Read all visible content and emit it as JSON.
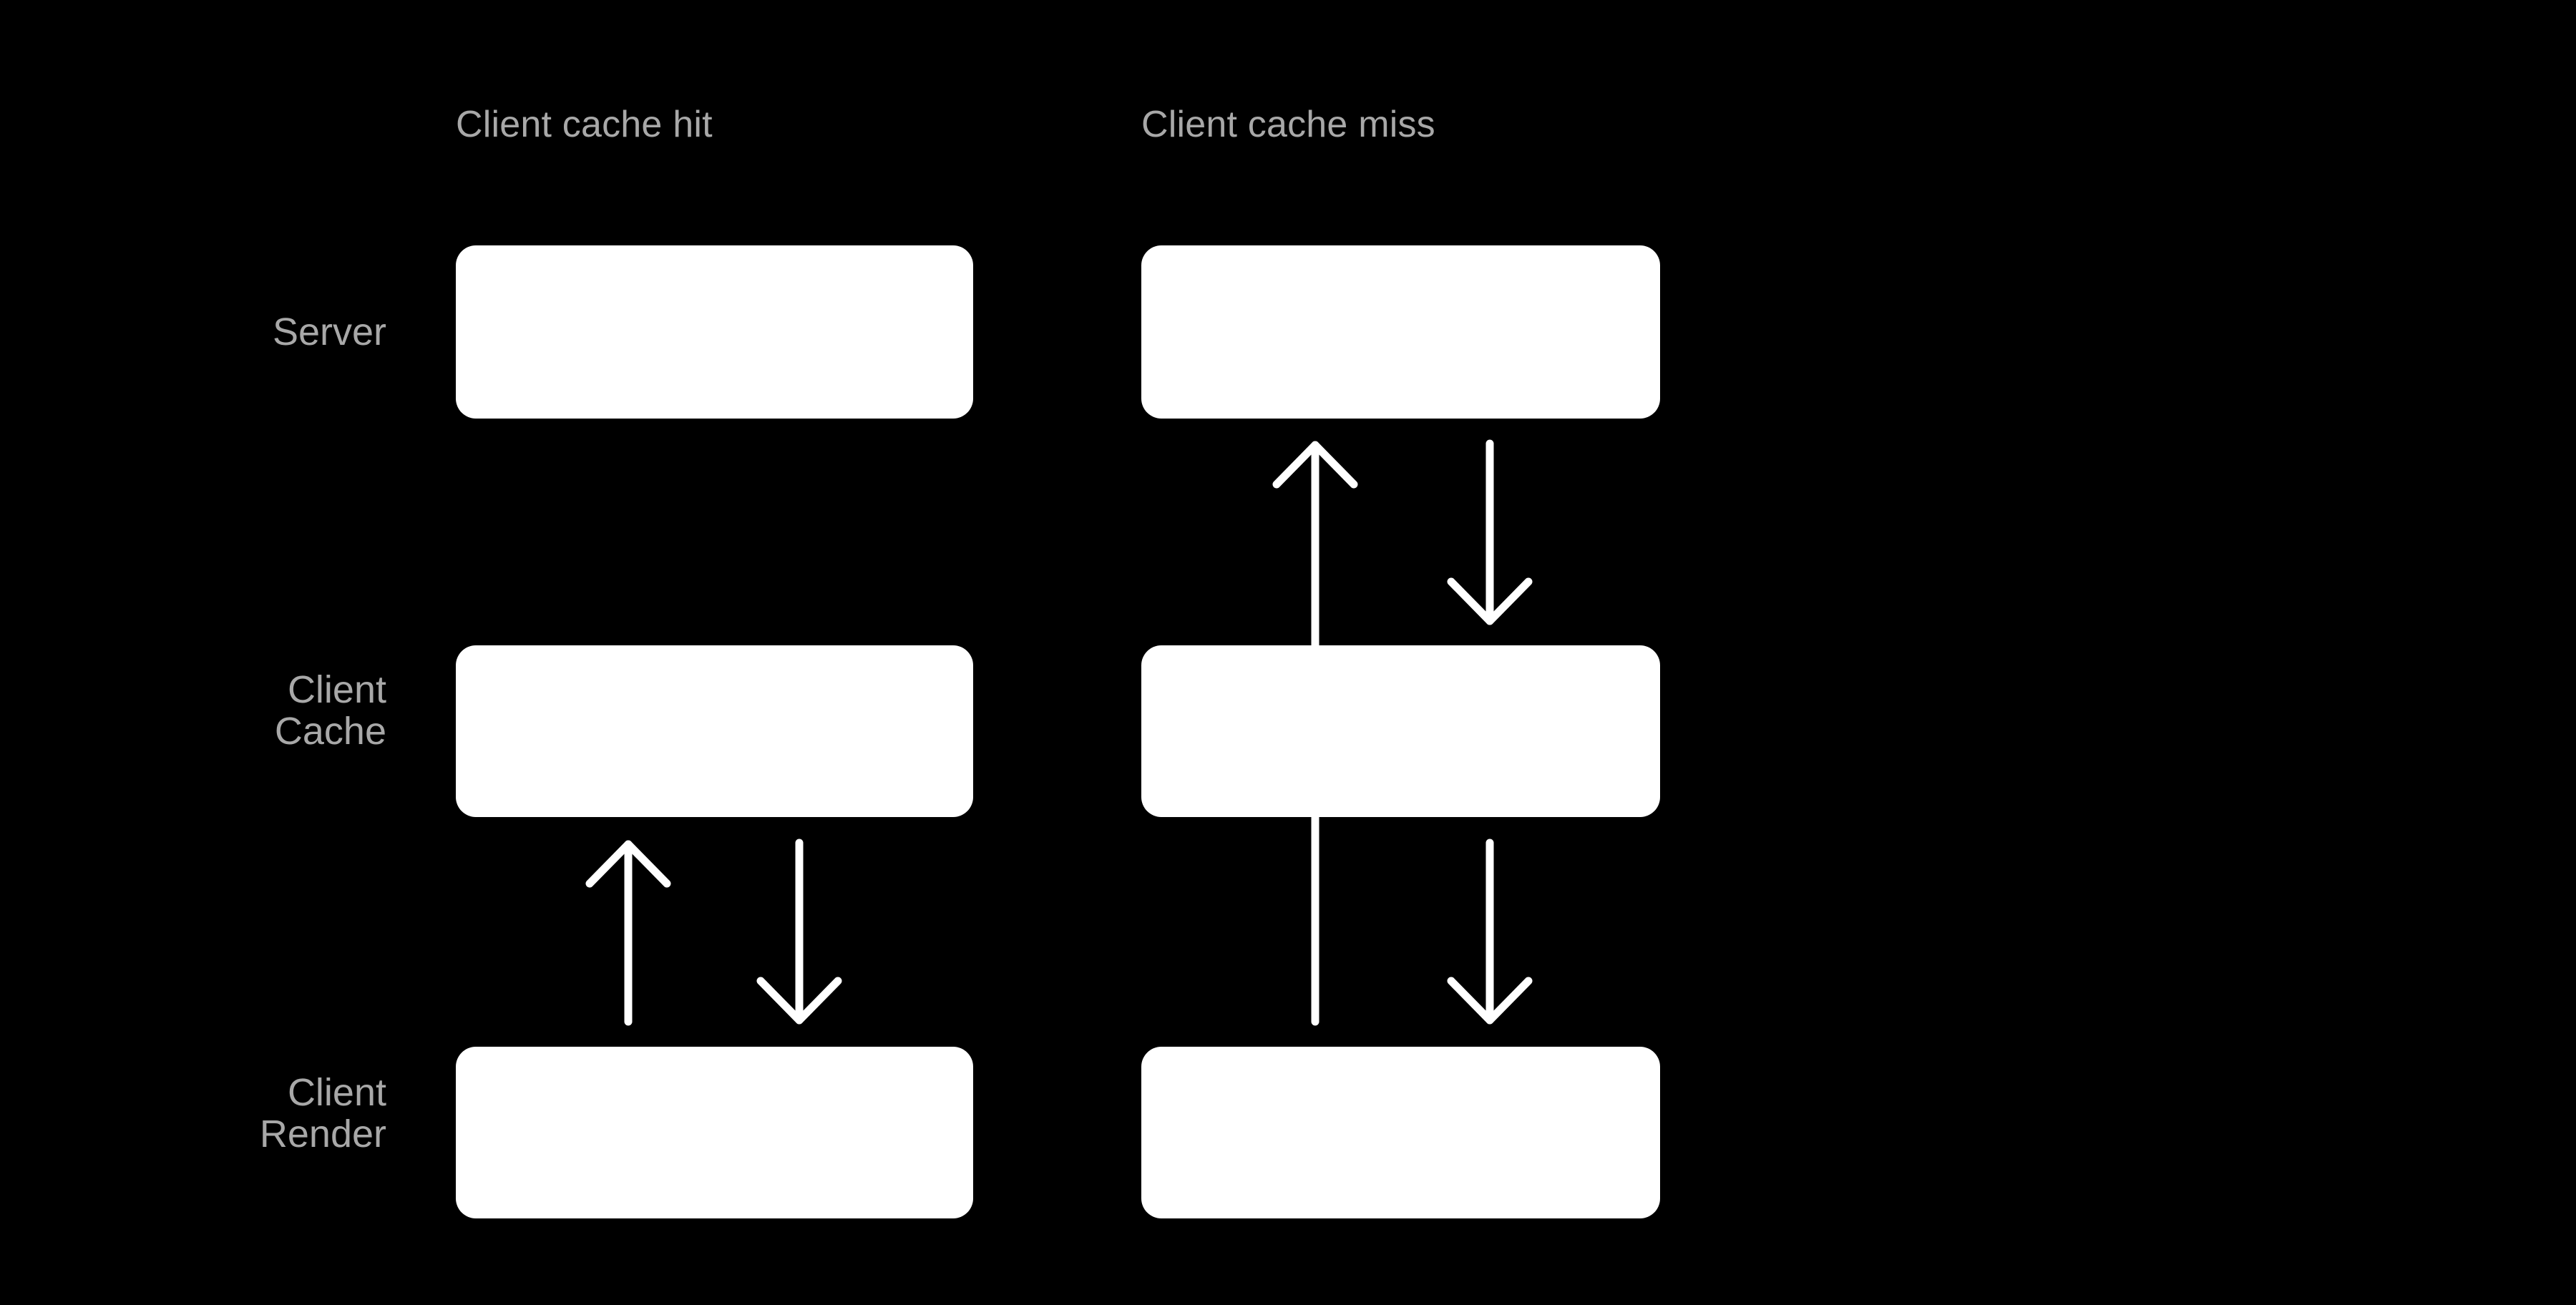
{
  "background_color": "#000000",
  "box_color": "#ffffff",
  "label_color": "#a8a8a8",
  "arrow_color": "#ffffff",
  "diagram": {
    "title": "",
    "columns": [
      {
        "id": "cache-hit",
        "label": "Client cache hit"
      },
      {
        "id": "cache-miss",
        "label": "Client cache miss"
      }
    ],
    "rows": [
      {
        "id": "server",
        "label": "Server"
      },
      {
        "id": "client-cache",
        "label": "Client\nCache"
      },
      {
        "id": "client-render",
        "label": "Client\nRender"
      }
    ],
    "nodes": [
      {
        "id": "server-hit",
        "column": "cache-hit",
        "row": "server",
        "text": ""
      },
      {
        "id": "cache-hit",
        "column": "cache-hit",
        "row": "client-cache",
        "text": ""
      },
      {
        "id": "render-hit",
        "column": "cache-hit",
        "row": "client-render",
        "text": ""
      },
      {
        "id": "server-miss",
        "column": "cache-miss",
        "row": "server",
        "text": ""
      },
      {
        "id": "cache-miss",
        "column": "cache-miss",
        "row": "client-cache",
        "text": ""
      },
      {
        "id": "render-miss",
        "column": "cache-miss",
        "row": "client-render",
        "text": ""
      }
    ],
    "arrows": [
      {
        "id": "hit-render-to-cache",
        "column": "cache-hit",
        "from": "client-render",
        "to": "client-cache",
        "direction": "up",
        "label": ""
      },
      {
        "id": "hit-cache-to-render",
        "column": "cache-hit",
        "from": "client-cache",
        "to": "client-render",
        "direction": "down",
        "label": ""
      },
      {
        "id": "miss-render-to-server",
        "column": "cache-miss",
        "from": "client-render",
        "to": "server",
        "direction": "up",
        "label": ""
      },
      {
        "id": "miss-server-to-cache",
        "column": "cache-miss",
        "from": "server",
        "to": "client-cache",
        "direction": "down",
        "label": ""
      },
      {
        "id": "miss-cache-to-render",
        "column": "cache-miss",
        "from": "client-cache",
        "to": "client-render",
        "direction": "down",
        "label": ""
      }
    ]
  }
}
